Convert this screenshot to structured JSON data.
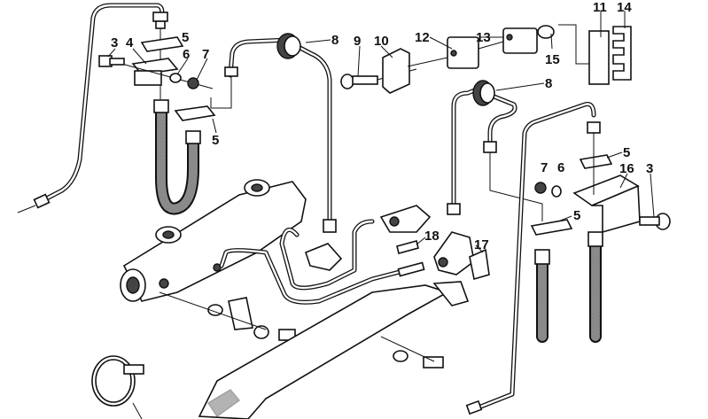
{
  "diagram": {
    "title_hidden": null,
    "callouts": [
      "5",
      "3",
      "4",
      "6",
      "7",
      "5",
      "8",
      "9",
      "10",
      "12",
      "13",
      "15",
      "11",
      "14",
      "8",
      "5",
      "7",
      "6",
      "16",
      "3",
      "5",
      "18",
      "17"
    ]
  }
}
